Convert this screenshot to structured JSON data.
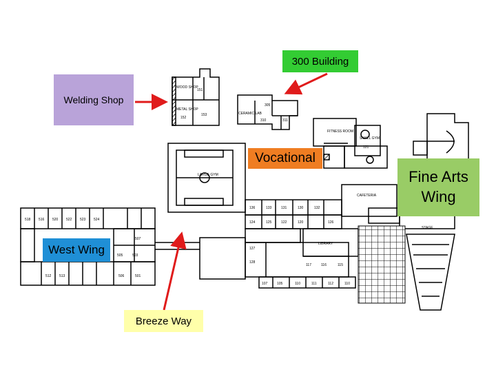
{
  "labels": {
    "building_300": "300 Building",
    "welding_shop": "Welding Shop",
    "vocational": "Vocational",
    "fine_arts": "Fine Arts\nWing",
    "west_wing": "West Wing",
    "breeze_way": "Breeze Way"
  },
  "rooms": {
    "wood_shop": "WOOD SHOP",
    "metal_shop": "METAL SHOP",
    "r151": "151",
    "r152": "152",
    "r153": "153",
    "ceramic_lab": "CERAMIC LAB",
    "r305": "305",
    "r310": "310",
    "r311": "311",
    "fitness_room": "FITNESS ROOM",
    "small_gym": "SMALL GYM",
    "r121": "121",
    "large_gym": "LARGE GYM",
    "cafeteria": "CAFETERIA",
    "r136": "136",
    "r133": "133",
    "r131": "131",
    "r130": "130",
    "r132": "132",
    "r124": "124",
    "r125": "125",
    "r122": "122",
    "r120": "120",
    "r126": "126",
    "library": "LIBRARY",
    "stage": "STAGE",
    "r107": "107",
    "r105": "105",
    "r110": "110",
    "r111": "111",
    "r112": "112",
    "r115": "115",
    "r116": "116",
    "r117": "117",
    "r127": "127",
    "r128": "128",
    "r518": "518",
    "r516": "516",
    "r520": "520",
    "r522": "522",
    "r523": "523",
    "r524": "524",
    "r503": "503",
    "r501": "501",
    "r505": "505",
    "r506": "506",
    "r507": "507",
    "r512": "512",
    "r513": "513"
  }
}
